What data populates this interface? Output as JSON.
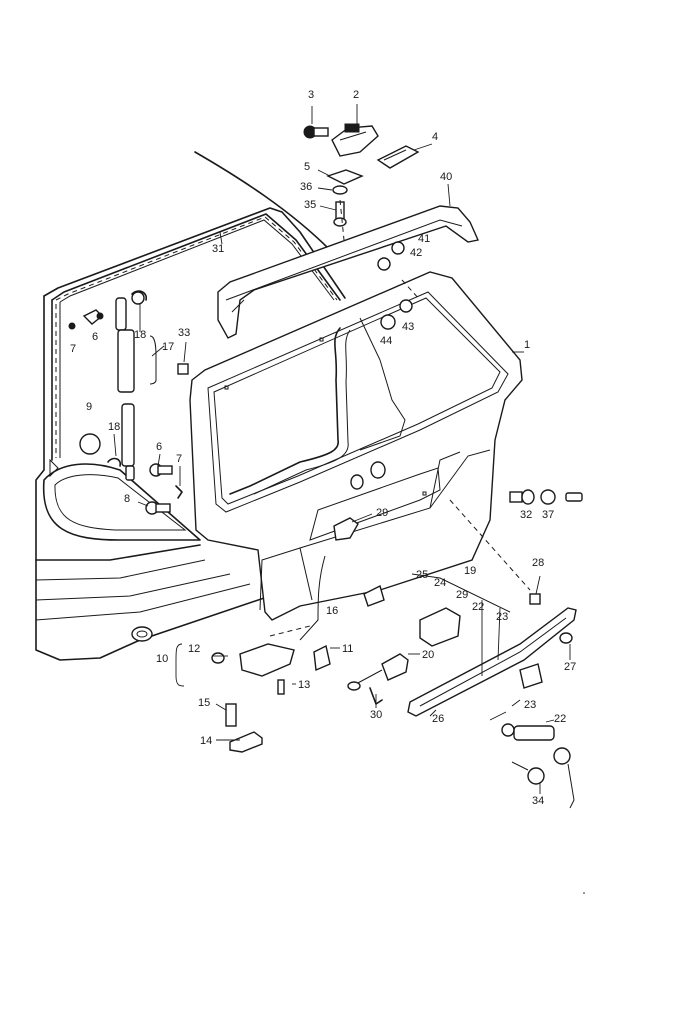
{
  "diagram": {
    "callouts": [
      {
        "id": "c3",
        "label": "3"
      },
      {
        "id": "c2",
        "label": "2"
      },
      {
        "id": "c4",
        "label": "4"
      },
      {
        "id": "c5",
        "label": "5"
      },
      {
        "id": "c36",
        "label": "36"
      },
      {
        "id": "c35",
        "label": "35"
      },
      {
        "id": "c40",
        "label": "40"
      },
      {
        "id": "c31",
        "label": "31"
      },
      {
        "id": "c41",
        "label": "41"
      },
      {
        "id": "c42",
        "label": "42"
      },
      {
        "id": "c43",
        "label": "43"
      },
      {
        "id": "c44",
        "label": "44"
      },
      {
        "id": "c1",
        "label": "1"
      },
      {
        "id": "c7a",
        "label": "7"
      },
      {
        "id": "c6a",
        "label": "6"
      },
      {
        "id": "c18a",
        "label": "18"
      },
      {
        "id": "c17",
        "label": "17"
      },
      {
        "id": "c33",
        "label": "33"
      },
      {
        "id": "c9",
        "label": "9"
      },
      {
        "id": "c18b",
        "label": "18"
      },
      {
        "id": "c6b",
        "label": "6"
      },
      {
        "id": "c7b",
        "label": "7"
      },
      {
        "id": "c8",
        "label": "8"
      },
      {
        "id": "c29a",
        "label": "29"
      },
      {
        "id": "c32",
        "label": "32"
      },
      {
        "id": "c37",
        "label": "37"
      },
      {
        "id": "c28",
        "label": "28"
      },
      {
        "id": "c19",
        "label": "19"
      },
      {
        "id": "c25",
        "label": "25"
      },
      {
        "id": "c24",
        "label": "24"
      },
      {
        "id": "c29b",
        "label": "29"
      },
      {
        "id": "c22a",
        "label": "22"
      },
      {
        "id": "c23a",
        "label": "23"
      },
      {
        "id": "c16",
        "label": "16"
      },
      {
        "id": "c27",
        "label": "27"
      },
      {
        "id": "c12",
        "label": "12"
      },
      {
        "id": "c10",
        "label": "10"
      },
      {
        "id": "c11",
        "label": "11"
      },
      {
        "id": "c20",
        "label": "20"
      },
      {
        "id": "c13",
        "label": "13"
      },
      {
        "id": "c15",
        "label": "15"
      },
      {
        "id": "c30",
        "label": "30"
      },
      {
        "id": "c26",
        "label": "26"
      },
      {
        "id": "c23b",
        "label": "23"
      },
      {
        "id": "c22b",
        "label": "22"
      },
      {
        "id": "c14",
        "label": "14"
      },
      {
        "id": "c34",
        "label": "34"
      }
    ]
  }
}
